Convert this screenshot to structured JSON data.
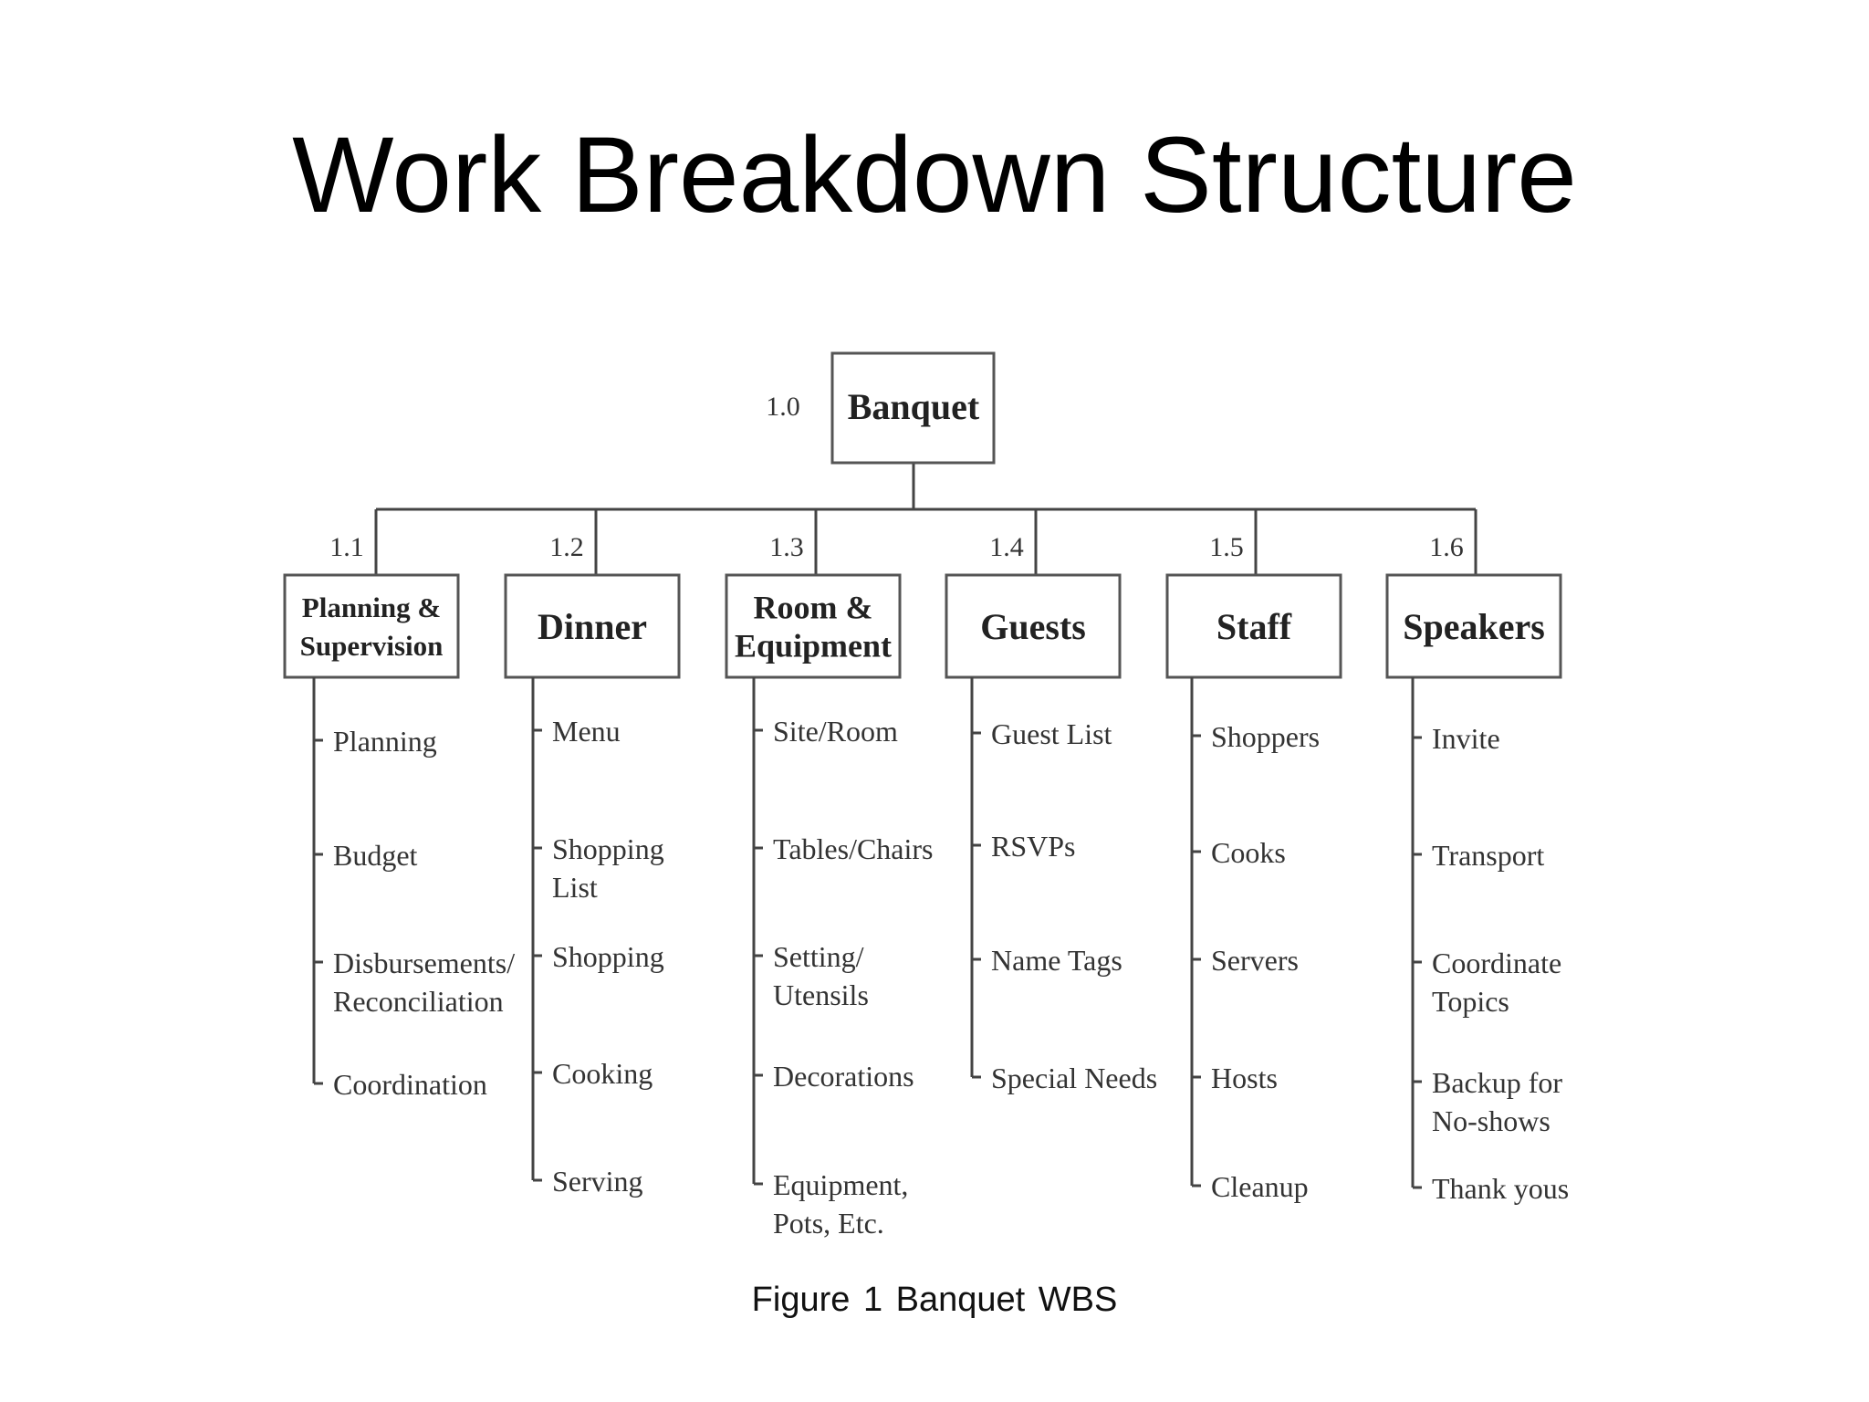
{
  "slide": {
    "title": "Work Breakdown Structure",
    "caption": "Figure 1   Banquet WBS"
  },
  "root": {
    "id": "1.0",
    "label": "Banquet"
  },
  "branches": [
    {
      "id": "1.1",
      "label": [
        "Planning &",
        "Supervision"
      ],
      "items": [
        [
          "Planning"
        ],
        [
          "Budget"
        ],
        [
          "Disbursements/",
          "Reconciliation"
        ],
        [
          "Coordination"
        ]
      ]
    },
    {
      "id": "1.2",
      "label": [
        "Dinner"
      ],
      "items": [
        [
          "Menu"
        ],
        [
          "Shopping",
          "List"
        ],
        [
          "Shopping"
        ],
        [
          "Cooking"
        ],
        [
          "Serving"
        ]
      ]
    },
    {
      "id": "1.3",
      "label": [
        "Room &",
        "Equipment"
      ],
      "items": [
        [
          "Site/Room"
        ],
        [
          "Tables/Chairs"
        ],
        [
          "Setting/",
          "Utensils"
        ],
        [
          "Decorations"
        ],
        [
          "Equipment,",
          "Pots, Etc."
        ]
      ]
    },
    {
      "id": "1.4",
      "label": [
        "Guests"
      ],
      "items": [
        [
          "Guest List"
        ],
        [
          "RSVPs"
        ],
        [
          "Name Tags"
        ],
        [
          "Special Needs"
        ]
      ]
    },
    {
      "id": "1.5",
      "label": [
        "Staff"
      ],
      "items": [
        [
          "Shoppers"
        ],
        [
          "Cooks"
        ],
        [
          "Servers"
        ],
        [
          "Hosts"
        ],
        [
          "Cleanup"
        ]
      ]
    },
    {
      "id": "1.6",
      "label": [
        "Speakers"
      ],
      "items": [
        [
          "Invite"
        ],
        [
          "Transport"
        ],
        [
          "Coordinate",
          "Topics"
        ],
        [
          "Backup for",
          "No-shows"
        ],
        [
          "Thank yous"
        ]
      ]
    }
  ]
}
